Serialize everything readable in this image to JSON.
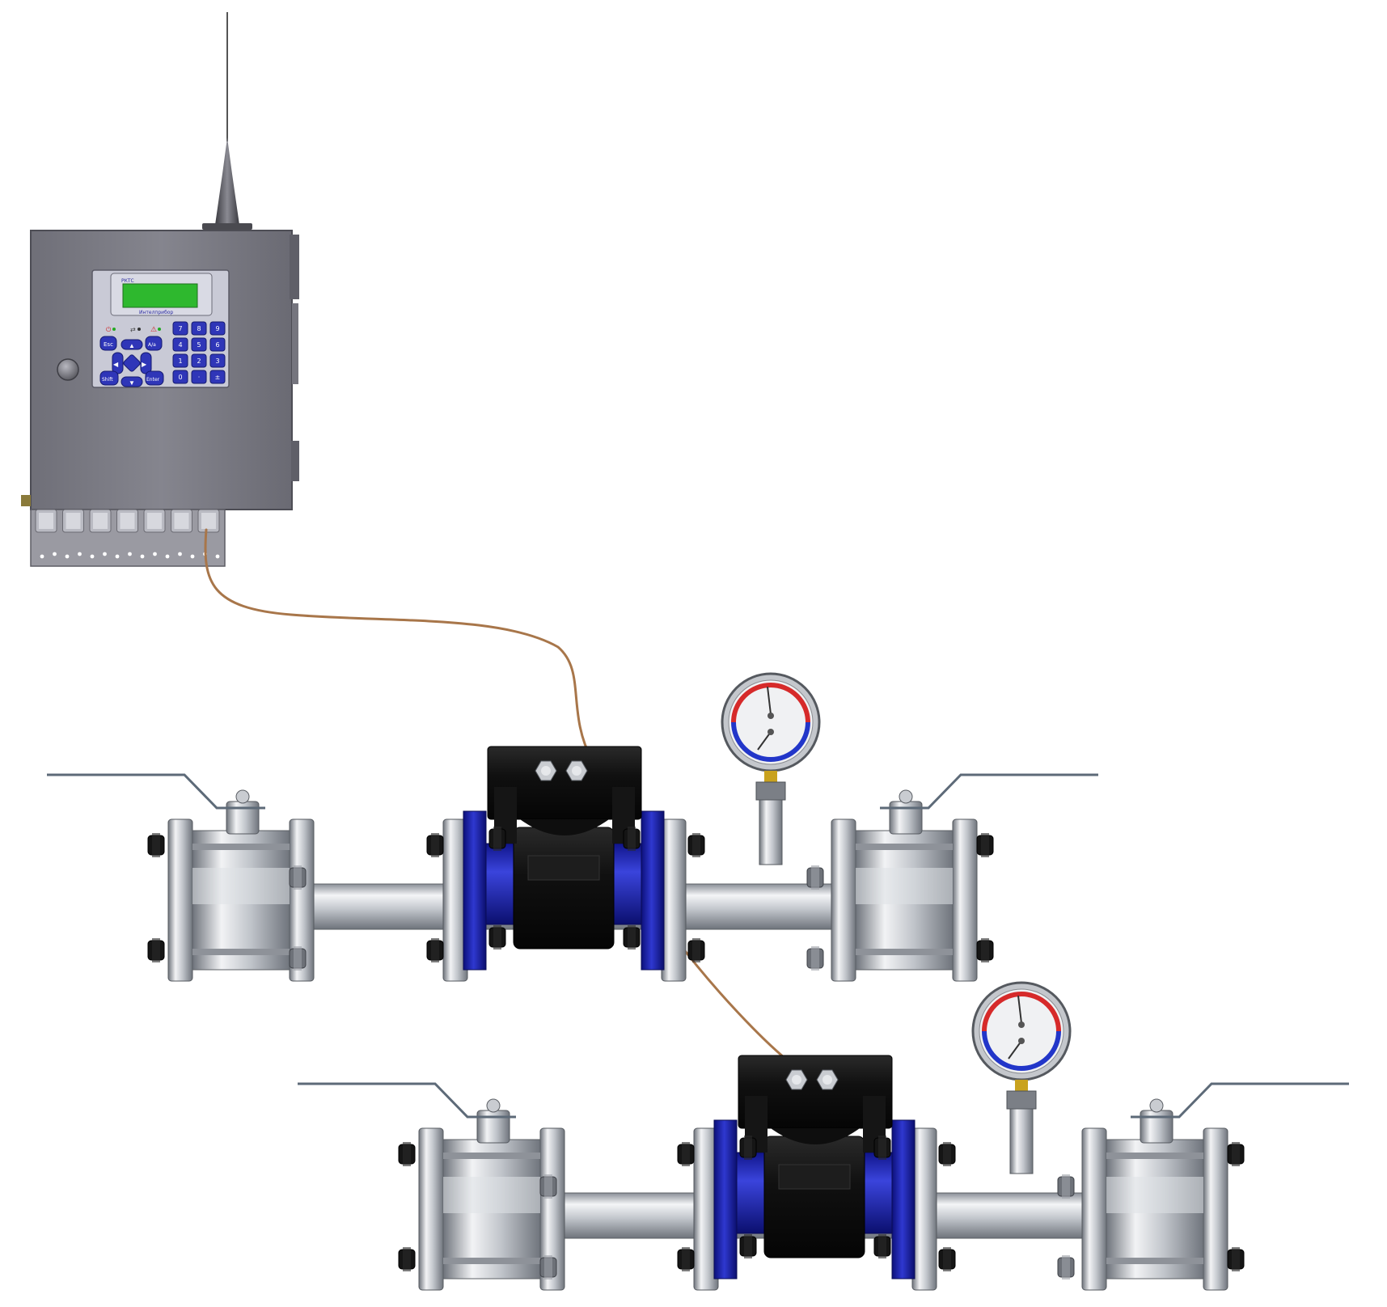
{
  "controller": {
    "brand": "РКТС",
    "name": "Интелприбор",
    "nav_keys": {
      "esc": "Esc",
      "shift": "Shift",
      "enter": "Enter",
      "alt": "A/a"
    },
    "keypad": [
      "7",
      "8",
      "9",
      "4",
      "5",
      "6",
      "1",
      "2",
      "3",
      "0",
      "·",
      "±"
    ]
  },
  "colors": {
    "cabinet": "#7d7d85",
    "display": "#2eb82e",
    "key": "#2f36b8",
    "flowmeter_flange": "#1f24a8",
    "cable": "#a8764a",
    "gauge_red": "#d62a2a",
    "gauge_blue": "#2236c9"
  }
}
